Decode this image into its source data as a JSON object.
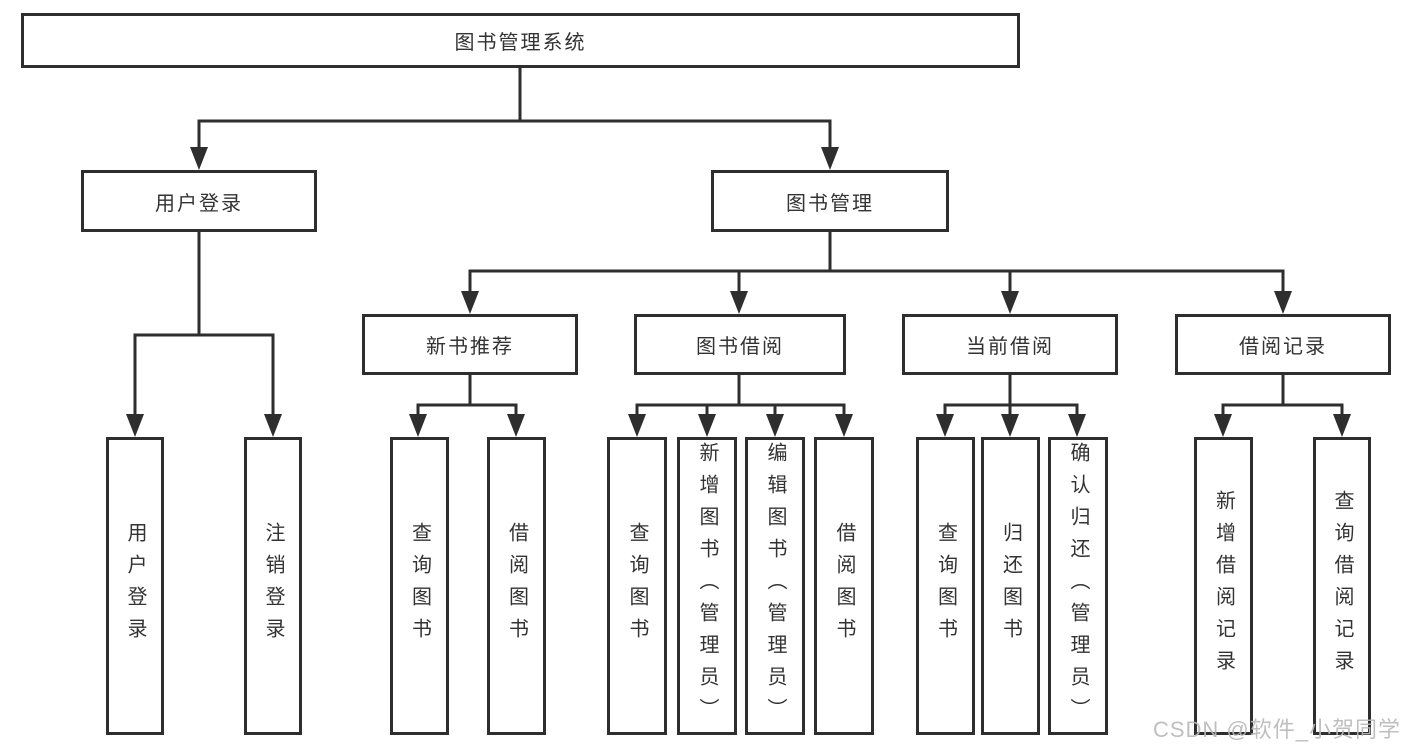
{
  "diagram": {
    "type": "hierarchy-tree",
    "tree": {
      "label": "图书管理系统",
      "children": [
        {
          "label": "用户登录",
          "children": [
            {
              "label": "用户登录"
            },
            {
              "label": "注销登录"
            }
          ]
        },
        {
          "label": "图书管理",
          "children": [
            {
              "label": "新书推荐",
              "children": [
                {
                  "label": "查询图书"
                },
                {
                  "label": "借阅图书"
                }
              ]
            },
            {
              "label": "图书借阅",
              "children": [
                {
                  "label": "查询图书"
                },
                {
                  "label": "新增图书（管理员）"
                },
                {
                  "label": "编辑图书（管理员）"
                },
                {
                  "label": "借阅图书"
                }
              ]
            },
            {
              "label": "当前借阅",
              "children": [
                {
                  "label": "查询图书"
                },
                {
                  "label": "归还图书"
                },
                {
                  "label": "确认归还（管理员）"
                }
              ]
            },
            {
              "label": "借阅记录",
              "children": [
                {
                  "label": "新增借阅记录"
                },
                {
                  "label": "查询借阅记录"
                }
              ]
            }
          ]
        }
      ]
    }
  },
  "watermark": {
    "text": "CSDN @软件_小贺同学"
  },
  "colors": {
    "line": "#2e2e2e",
    "text": "#333333",
    "background": "#ffffff",
    "watermark": "#b9b9b9"
  }
}
